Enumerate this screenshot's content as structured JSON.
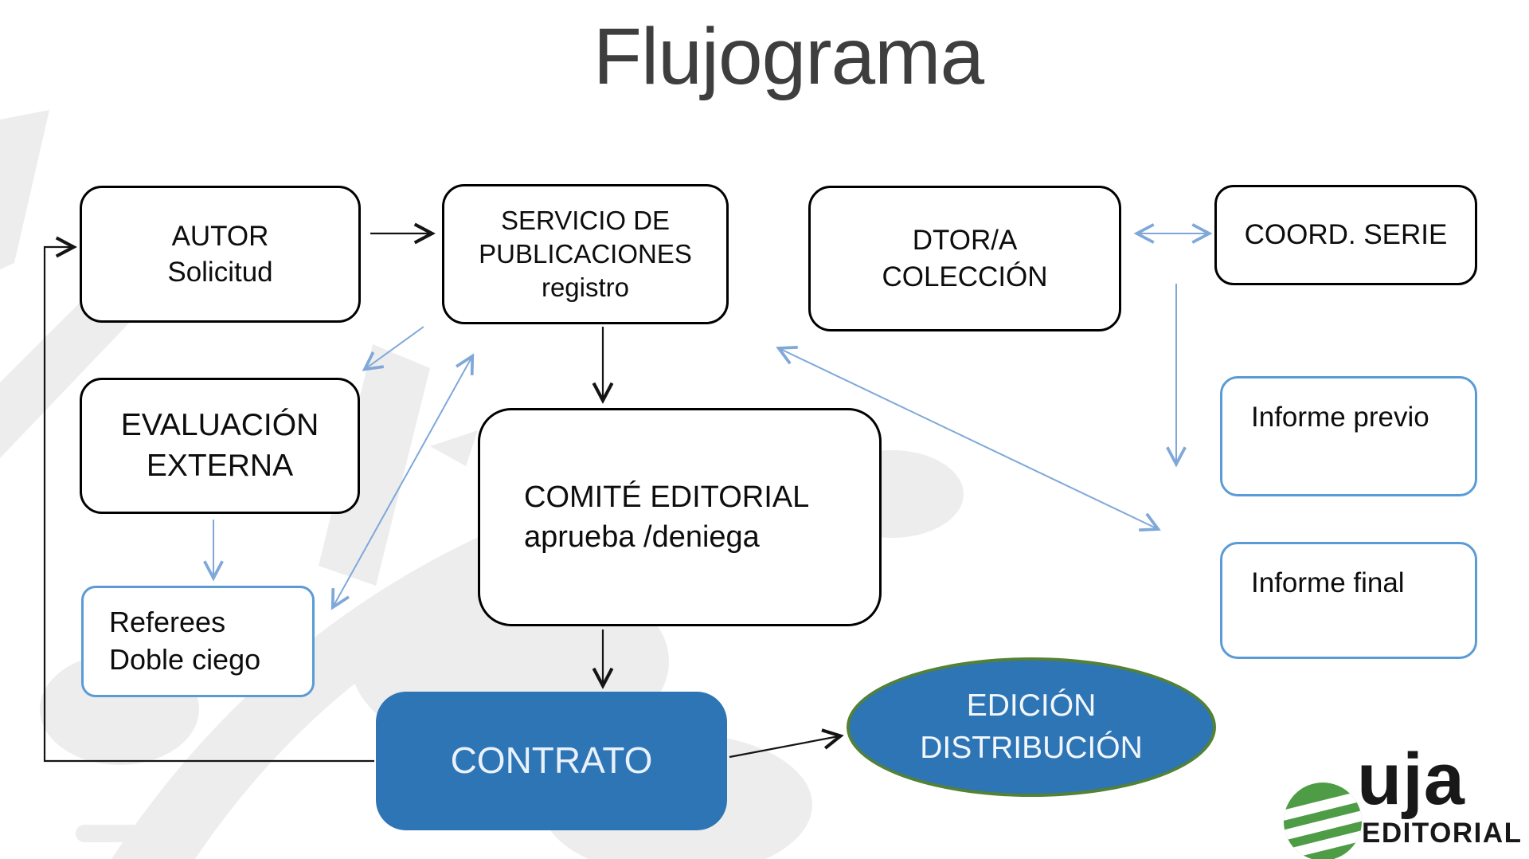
{
  "slide": {
    "title": "Flujograma"
  },
  "nodes": {
    "autor": {
      "line1": "AUTOR",
      "line2": "Solicitud"
    },
    "servicio": {
      "line1": "SERVICIO DE",
      "line2": "PUBLICACIONES",
      "line3": "registro"
    },
    "dtor": {
      "line1": "DTOR/A",
      "line2": "COLECCIÓN"
    },
    "coord": {
      "label": "COORD. SERIE"
    },
    "evaluacion": {
      "line1": "EVALUACIÓN",
      "line2": "EXTERNA"
    },
    "comite": {
      "line1": "COMITÉ EDITORIAL",
      "line2": "aprueba /deniega"
    },
    "referees": {
      "line1": "Referees",
      "line2": "Doble ciego"
    },
    "informe_previo": {
      "label": "Informe previo"
    },
    "informe_final": {
      "label": "Informe final"
    },
    "contrato": {
      "label": "CONTRATO"
    },
    "edicion": {
      "line1": "EDICIÓN",
      "line2": "DISTRIBUCIÓN"
    }
  },
  "logo": {
    "word": "uja",
    "subtitle": "EDITORIAL"
  },
  "colors": {
    "node_fill_blue": "#2E75B6",
    "blue_box_border": "#5B9BD5",
    "arrow_blue": "#7FA8D9",
    "arrow_black": "#141414",
    "ellipse_border_green": "#538135",
    "logo_green": "#4E9C46",
    "title_gray": "#3E3E3E",
    "watermark_gray": "#ECECEC"
  }
}
